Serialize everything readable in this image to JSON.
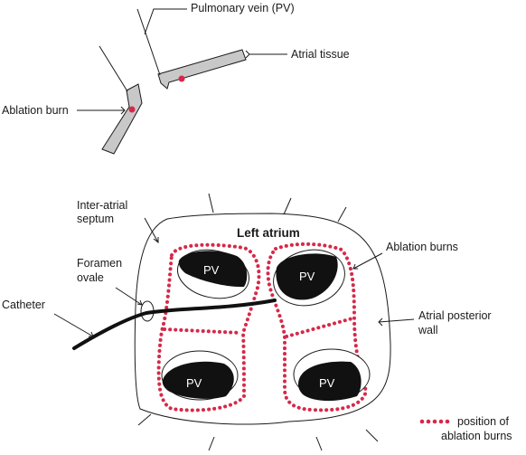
{
  "labels": {
    "pulmonary_vein": "Pulmonary vein (PV)",
    "atrial_tissue": "Atrial tissue",
    "ablation_burn": "Ablation burn",
    "inter_atrial_1": "Inter-atrial",
    "inter_atrial_2": "septum",
    "left_atrium": "Left atrium",
    "foramen_1": "Foramen",
    "foramen_2": "ovale",
    "catheter": "Catheter",
    "ablation_burns": "Ablation burns",
    "posterior_1": "Atrial posterior",
    "posterior_2": "wall",
    "pv": "PV",
    "legend_1": "position of",
    "legend_2": "ablation burns"
  },
  "colors": {
    "burn": "#d6294a",
    "vein_fill": "#111111",
    "tissue_fill": "#c8c8c8",
    "line": "#1a1a1a"
  }
}
